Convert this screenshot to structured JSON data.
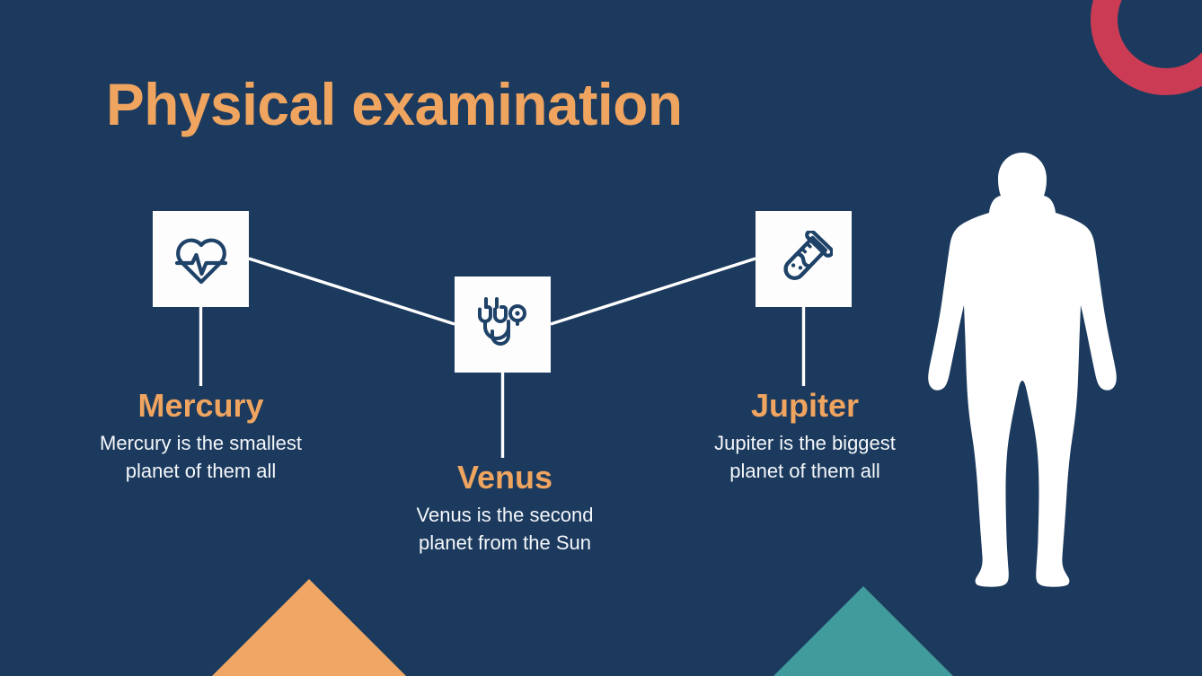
{
  "slide": {
    "title": "Physical examination",
    "background_color": "#1c3a5e",
    "accent_color": "#efa45f",
    "body_text_color": "#f4f7fa",
    "box_fill_color": "#fdfdfd",
    "icon_stroke_color": "#1f4268"
  },
  "decorations": {
    "ring": {
      "name": "ring",
      "color": "#cb3c54"
    },
    "triangle_left": {
      "name": "triangle",
      "color": "#f0a765"
    },
    "triangle_right": {
      "name": "triangle",
      "color": "#419a9c"
    },
    "silhouette": {
      "name": "human-body-silhouette",
      "color": "#ffffff"
    }
  },
  "items": [
    {
      "id": "mercury",
      "icon": "heart-pulse-icon",
      "heading": "Mercury",
      "body": "Mercury is the smallest planet of them all"
    },
    {
      "id": "venus",
      "icon": "stethoscope-icon",
      "heading": "Venus",
      "body": "Venus is the second planet from the Sun"
    },
    {
      "id": "jupiter",
      "icon": "test-tube-icon",
      "heading": "Jupiter",
      "body": "Jupiter is the biggest planet of them all"
    }
  ]
}
